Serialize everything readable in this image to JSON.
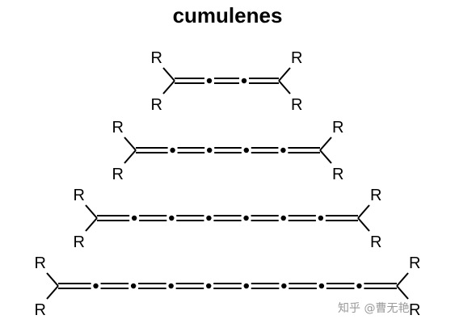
{
  "title": "cumulenes",
  "substituent_label": "R",
  "molecules": [
    {
      "carbons": 4
    },
    {
      "carbons": 6
    },
    {
      "carbons": 8
    },
    {
      "carbons": 10
    }
  ],
  "watermark": "知乎 @曹无艳"
}
